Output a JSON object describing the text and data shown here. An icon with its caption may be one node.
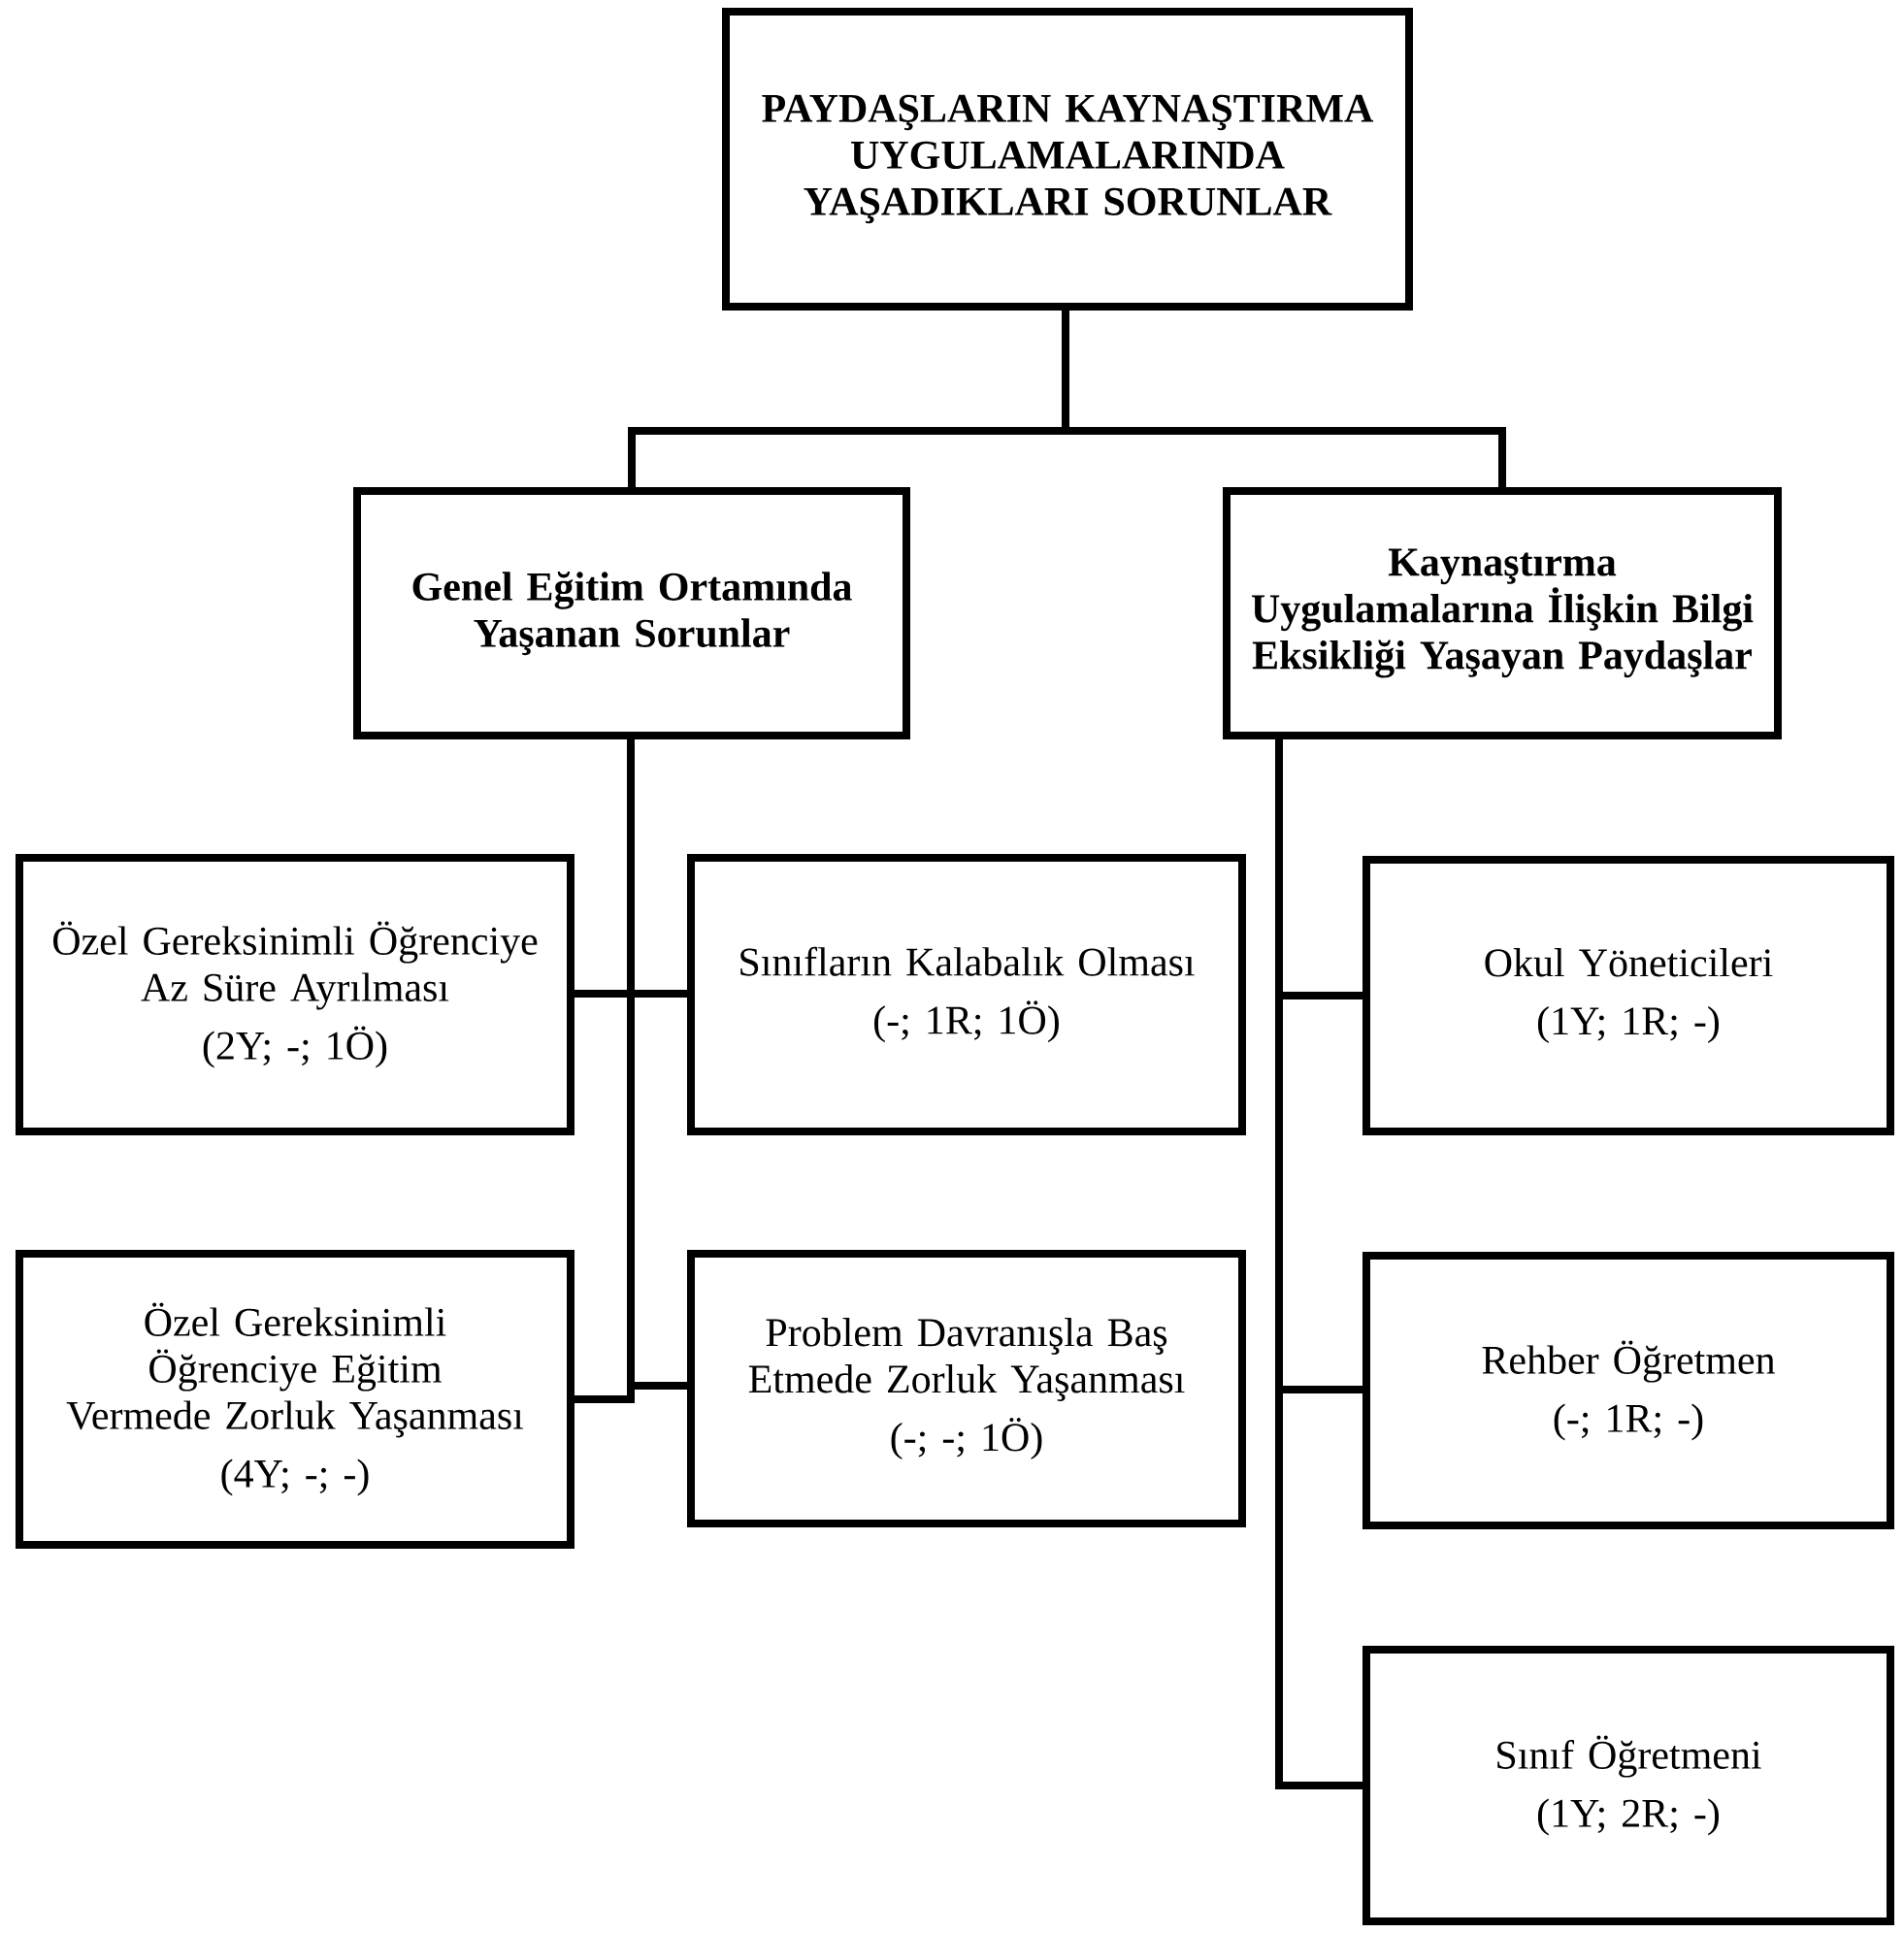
{
  "diagram": {
    "nodes": [
      {
        "text": [
          "PAYDAŞLARIN KAYNAŞTIRMA UYGULAMALARINDA YAŞADIKLARI SORUNLAR"
        ]
      },
      {
        "text": [
          "Genel Eğitim Ortamında Yaşanan Sorunlar"
        ]
      },
      {
        "text": [
          "Kaynaştırma Uygulamalarına İlişkin Bilgi Eksikliği Yaşayan Paydaşlar"
        ]
      },
      {
        "text": [
          "Özel Gereksinimli Öğrenciye Az Süre Ayrılması",
          "(2Y; -; 1Ö)"
        ]
      },
      {
        "text": [
          "Sınıfların Kalabalık Olması",
          "(-; 1R; 1Ö)"
        ]
      },
      {
        "text": [
          "Özel Gereksinimli Öğrenciye Eğitim Vermede Zorluk Yaşanması",
          "(4Y; -; -)"
        ]
      },
      {
        "text": [
          "Problem Davranışla Baş Etmede Zorluk Yaşanması",
          "(-; -; 1Ö)"
        ]
      },
      {
        "text": [
          "Okul Yöneticileri",
          "(1Y; 1R; -)"
        ]
      },
      {
        "text": [
          "Rehber Öğretmen",
          "(-; 1R; -)"
        ]
      },
      {
        "text": [
          "Sınıf Öğretmeni",
          "(1Y; 2R; -)"
        ]
      }
    ],
    "edges": [
      {
        "from": 0,
        "to": 1,
        "arrow": "none"
      },
      {
        "from": 0,
        "to": 2,
        "arrow": "none"
      },
      {
        "from": 1,
        "to": 3,
        "arrow": "none"
      },
      {
        "from": 1,
        "to": 4,
        "arrow": "none"
      },
      {
        "from": 1,
        "to": 5,
        "arrow": "none"
      },
      {
        "from": 1,
        "to": 6,
        "arrow": "none"
      },
      {
        "from": 2,
        "to": 7,
        "arrow": "none"
      },
      {
        "from": 2,
        "to": 8,
        "arrow": "none"
      },
      {
        "from": 2,
        "to": 9,
        "arrow": "none"
      }
    ]
  }
}
